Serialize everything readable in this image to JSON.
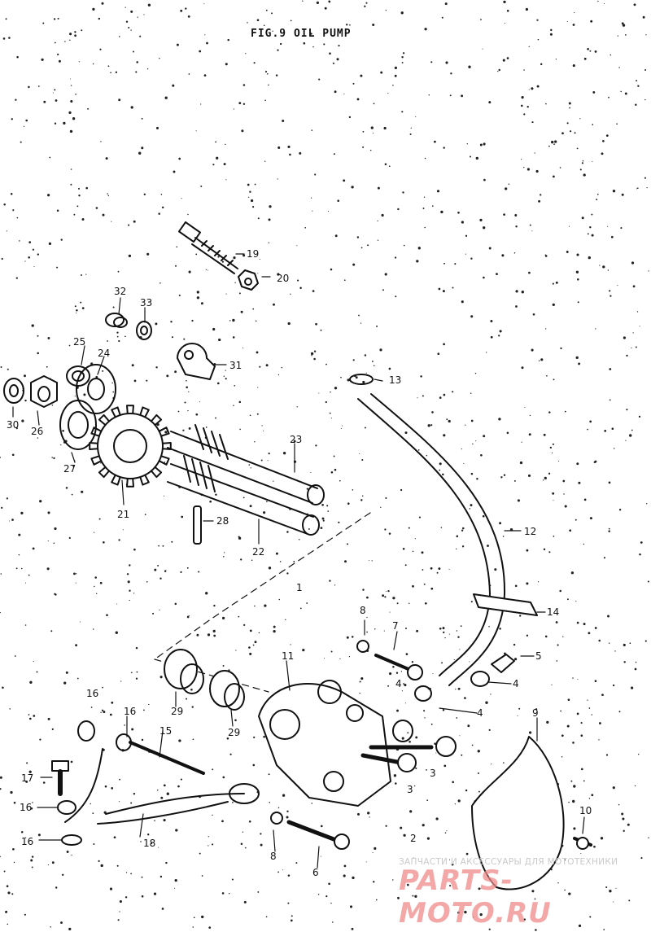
{
  "title": "FIG.9 OIL PUMP",
  "watermark": {
    "tagline": "ЗАПЧАСТИ И АКСЕССУАРЫ ДЛЯ МОТОТЕХНИКИ",
    "logo": "PARTS-MOTO.RU"
  },
  "callouts": [
    "19",
    "20",
    "32",
    "33",
    "31",
    "25",
    "24",
    "30",
    "26",
    "27",
    "21",
    "23",
    "28",
    "22",
    "13",
    "12",
    "14",
    "8",
    "7",
    "5",
    "4",
    "4",
    "4",
    "11",
    "1",
    "29",
    "29",
    "16",
    "16",
    "15",
    "17",
    "16",
    "16",
    "18",
    "8",
    "6",
    "9",
    "10",
    "3",
    "3",
    "2"
  ],
  "colors": {
    "ink": "#111111",
    "paper": "#ffffff",
    "watermark": "#f08a8a"
  }
}
